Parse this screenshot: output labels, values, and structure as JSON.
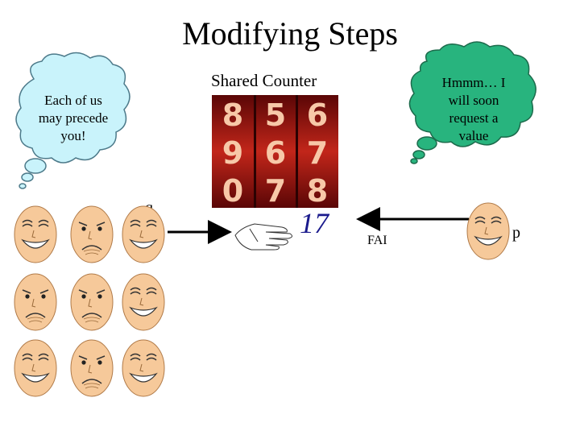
{
  "title": "Modifying Steps",
  "counter": {
    "label": "Shared Counter",
    "value": "17",
    "digits": [
      [
        "8",
        "5",
        "6"
      ],
      [
        "9",
        "6",
        "7"
      ],
      [
        "0",
        "7",
        "8"
      ]
    ]
  },
  "bubbles": {
    "left": [
      "Each of us",
      "may precede",
      "you!"
    ],
    "right": [
      "Hmmm… I",
      "will soon",
      "request a",
      "value"
    ]
  },
  "labels": {
    "q": "q",
    "p": "p",
    "fai": "FAI"
  },
  "faces": [
    "happy",
    "sad",
    "happy",
    "sad",
    "sad",
    "happy",
    "happy",
    "sad",
    "happy"
  ],
  "colors": {
    "bubble_left": "#c9f3fb",
    "bubble_right": "#28b47e",
    "face": "#f6c99a",
    "counter_value": "#1a1a8c",
    "digits_bg": "#a8170f"
  }
}
